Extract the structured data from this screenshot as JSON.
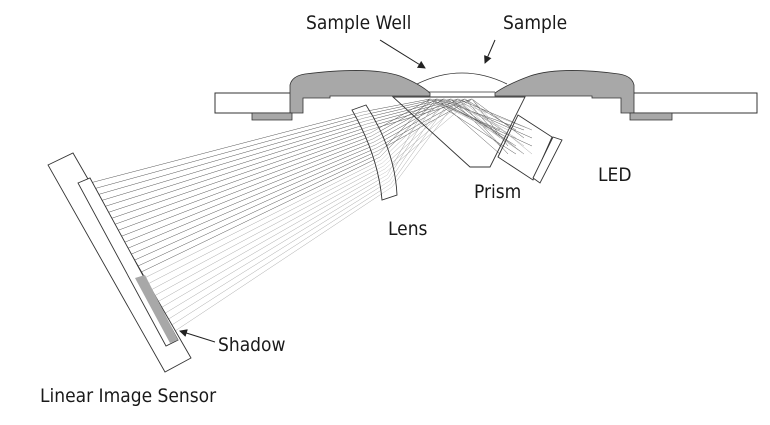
{
  "labels": {
    "sample_well": "Sample Well",
    "sample": "Sample",
    "led": "LED",
    "prism": "Prism",
    "lens": "Lens",
    "shadow": "Shadow",
    "sensor": "Linear Image Sensor"
  },
  "colors": {
    "gray_fill": "#a8a8a8",
    "line": "#333333",
    "ray": "#555555"
  }
}
